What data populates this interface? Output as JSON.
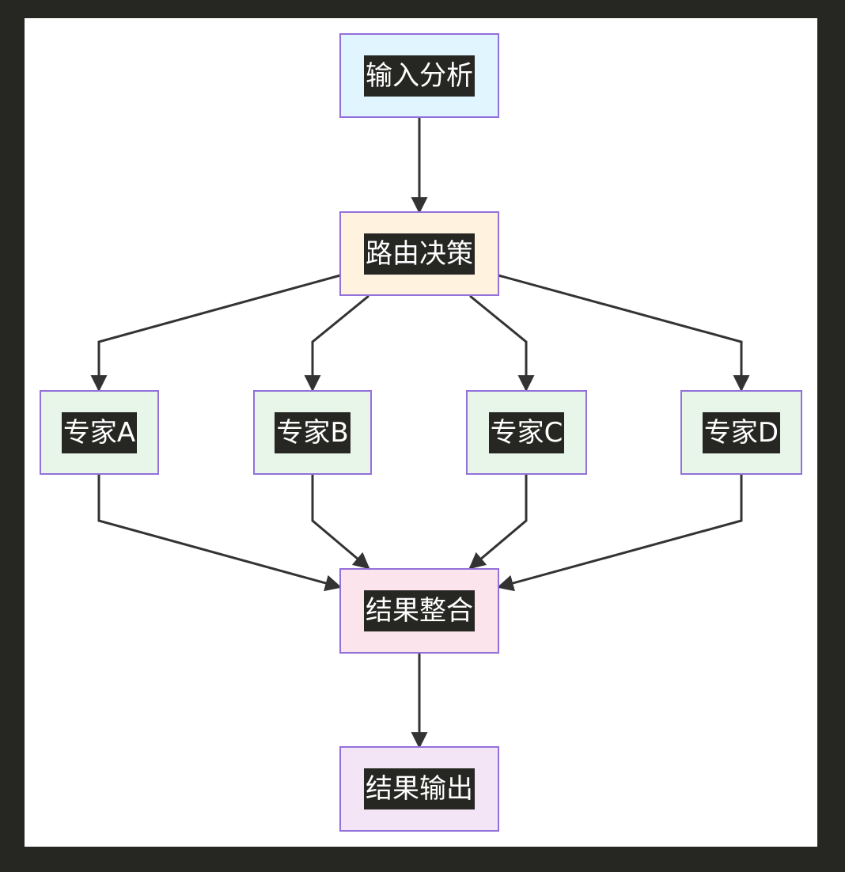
{
  "nodes": {
    "input_analysis": {
      "label": "输入分析",
      "fill": "#e1f5fe"
    },
    "routing_decision": {
      "label": "路由决策",
      "fill": "#fff3e0"
    },
    "expert_a": {
      "label": "专家A",
      "fill": "#e8f5e9"
    },
    "expert_b": {
      "label": "专家B",
      "fill": "#e8f5e9"
    },
    "expert_c": {
      "label": "专家C",
      "fill": "#e8f5e9"
    },
    "expert_d": {
      "label": "专家D",
      "fill": "#e8f5e9"
    },
    "result_merge": {
      "label": "结果整合",
      "fill": "#fce4ec"
    },
    "result_output": {
      "label": "结果输出",
      "fill": "#f3e5f5"
    }
  },
  "edges": [
    {
      "from": "input_analysis",
      "to": "routing_decision"
    },
    {
      "from": "routing_decision",
      "to": "expert_a"
    },
    {
      "from": "routing_decision",
      "to": "expert_b"
    },
    {
      "from": "routing_decision",
      "to": "expert_c"
    },
    {
      "from": "routing_decision",
      "to": "expert_d"
    },
    {
      "from": "expert_a",
      "to": "result_merge"
    },
    {
      "from": "expert_b",
      "to": "result_merge"
    },
    {
      "from": "expert_c",
      "to": "result_merge"
    },
    {
      "from": "expert_d",
      "to": "result_merge"
    },
    {
      "from": "result_merge",
      "to": "result_output"
    }
  ],
  "colors": {
    "node_border": "#9370db",
    "edge": "#333333",
    "label_background": "#262723",
    "label_text": "#ffffff",
    "frame": "#262723"
  }
}
